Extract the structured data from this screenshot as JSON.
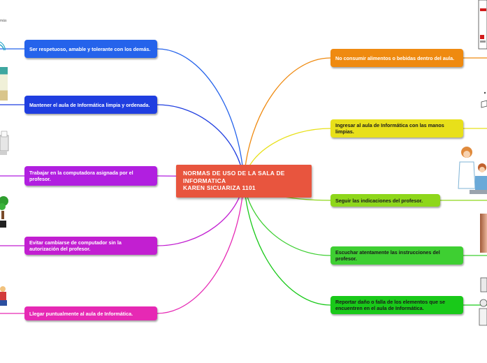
{
  "center": {
    "line1": "NORMAS DE USO DE LA SALA DE",
    "line2": "INFORMATICA",
    "line3": "KAREN SICUARIZA 1101",
    "color": "#e8553e"
  },
  "left_topics": [
    {
      "text": "Ser respetuoso, amable y tolerante con los demás.",
      "color": "#2563eb"
    },
    {
      "text": "Mantener el aula de Informática limpia y ordenada.",
      "color": "#1f3ee0"
    },
    {
      "text": "Trabajar en la computadora asignada por el profesor.",
      "color": "#b11fe0"
    },
    {
      "text": "Evitar cambiarse de computador sin la autorización del profesor.",
      "color": "#c21fd1"
    },
    {
      "text": "Llegar puntualmente al aula de Informática.",
      "color": "#e629b4"
    }
  ],
  "right_topics": [
    {
      "text": "No consumir alimentos o bebidas dentro del aula.",
      "color": "#ef8a10"
    },
    {
      "text": "Ingresar al aula de Informática con las manos limpias.",
      "color": "#e8e01a"
    },
    {
      "text": "Seguir las indicaciones del profesor.",
      "color": "#8ed71b"
    },
    {
      "text": "Escuchar atentamente las instrucciones del profesor.",
      "color": "#3ecf32"
    },
    {
      "text": "Reportar daño o falla de los elementos que se encuentren en el aula de Informática.",
      "color": "#19c919"
    }
  ],
  "edge_fragments": {
    "top_left": "más"
  },
  "icons": [
    "wifi-icon",
    "classroom-image",
    "printer-image",
    "tree-image",
    "person-image",
    "sign-image",
    "teacher-student-image",
    "computer-image"
  ]
}
